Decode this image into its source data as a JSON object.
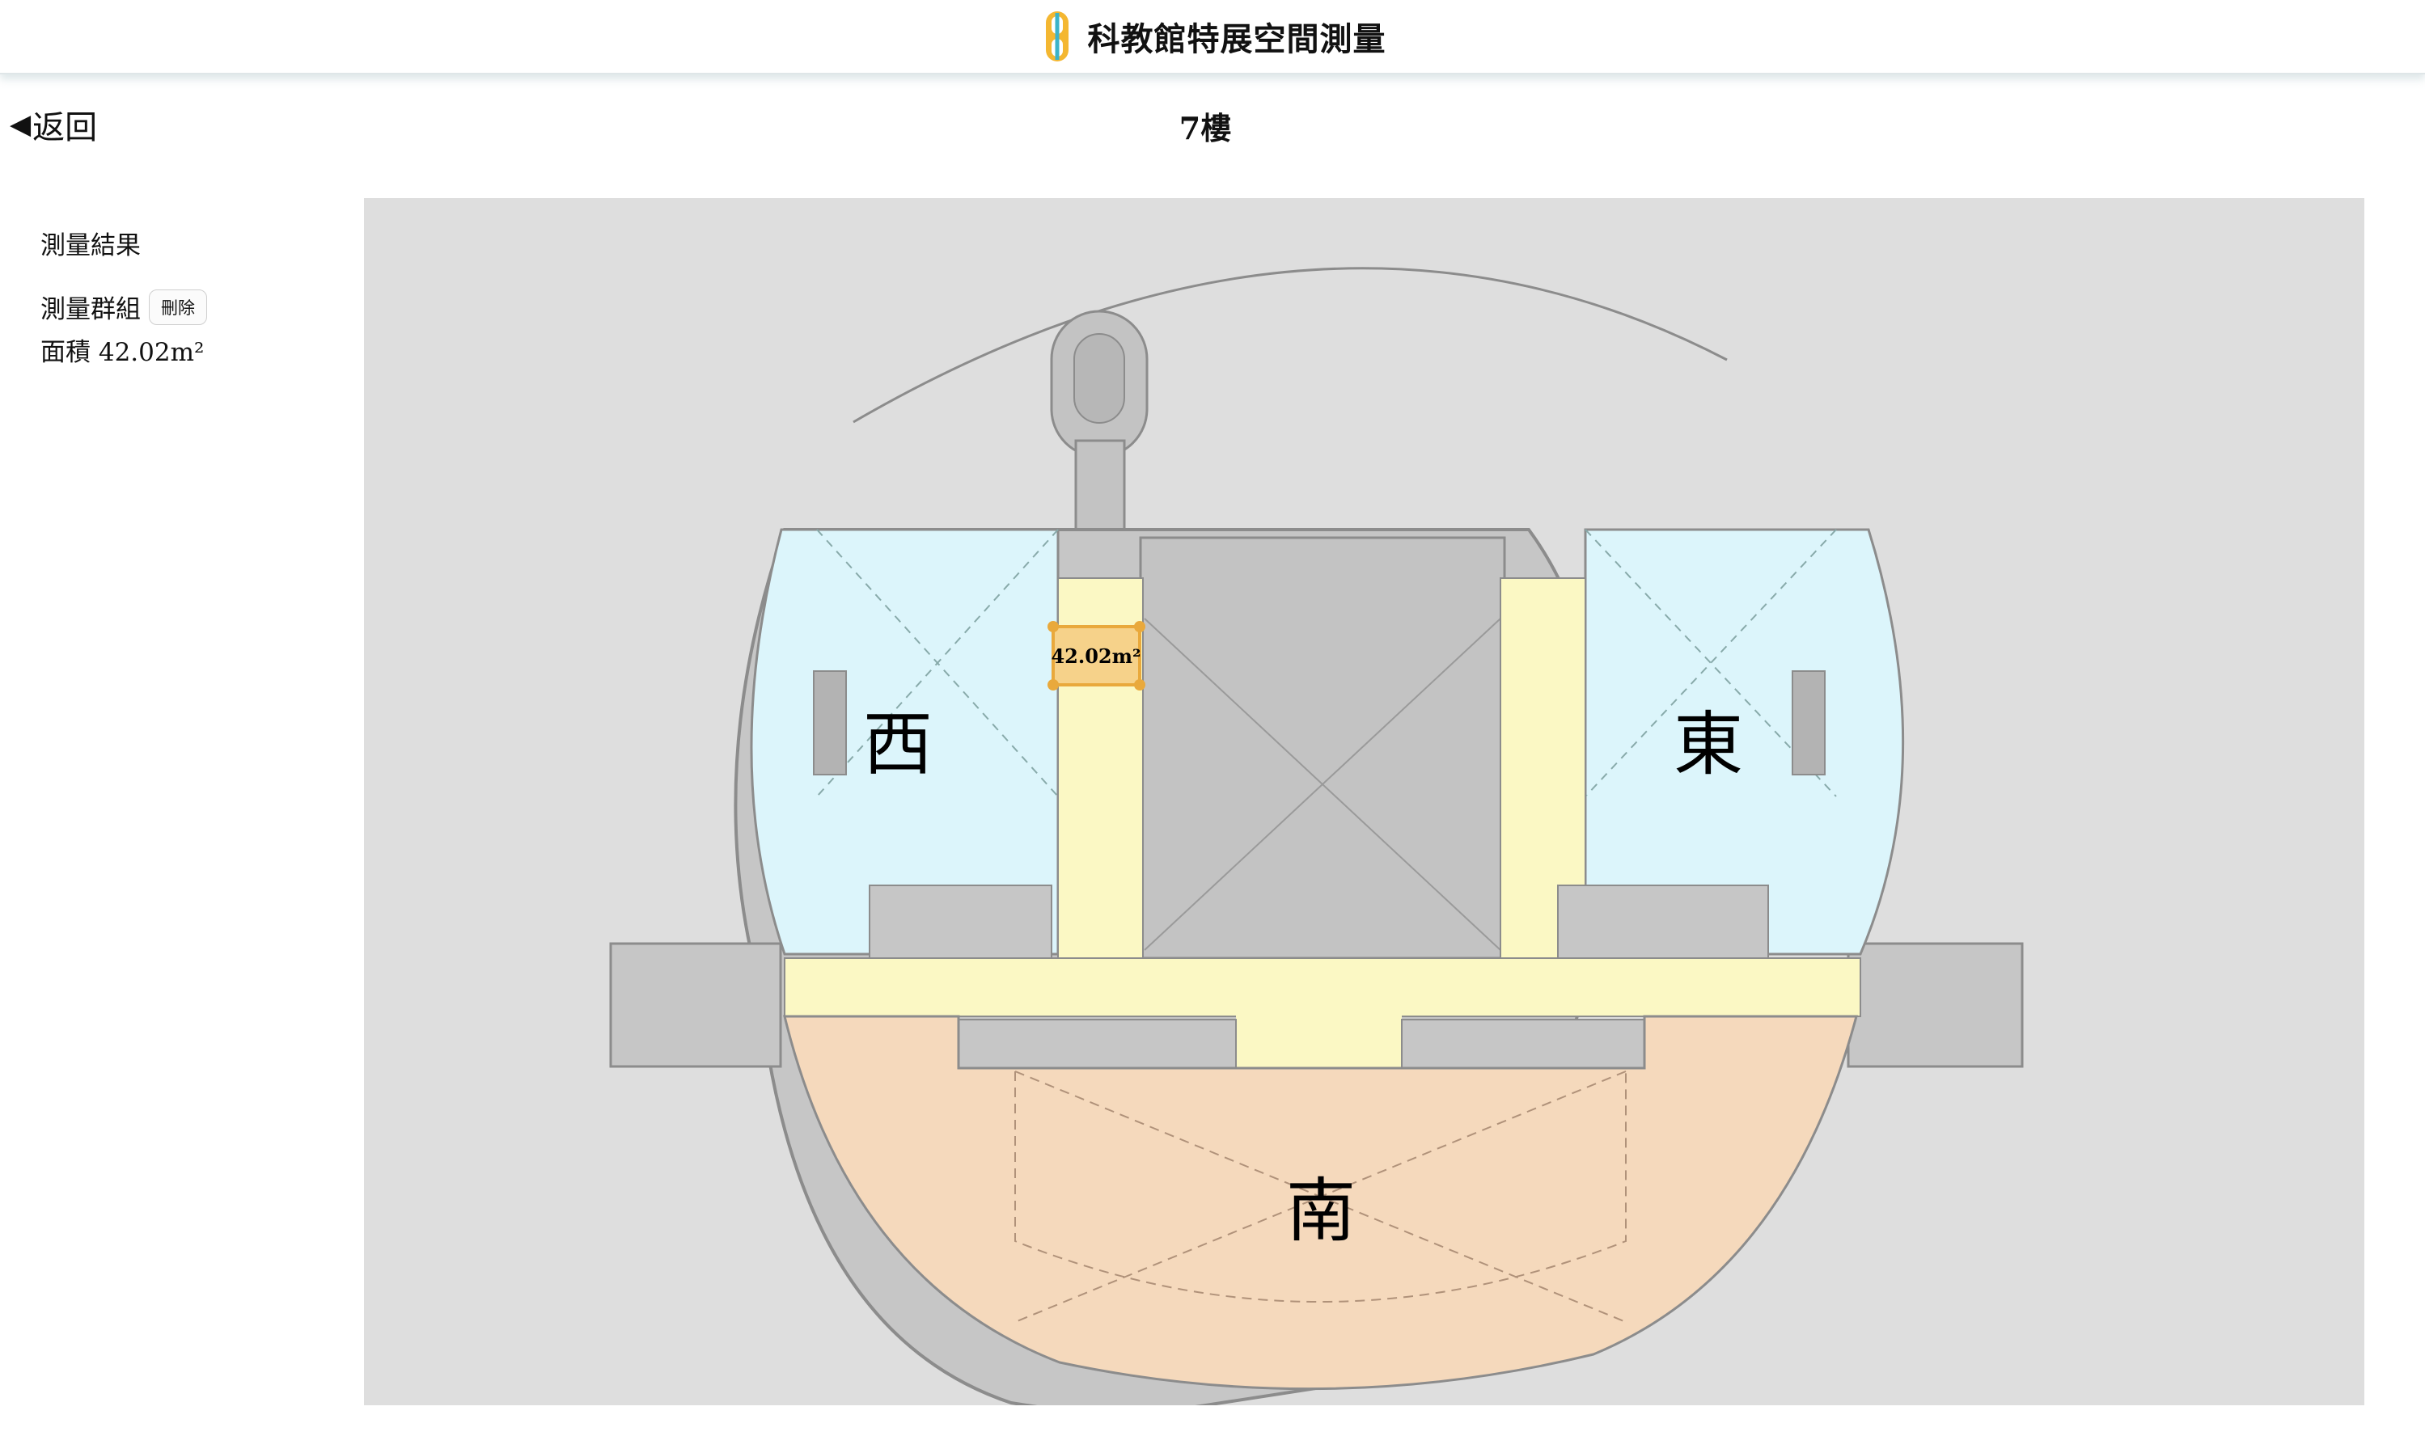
{
  "header": {
    "logo_icon": "museum-logo-icon",
    "title": "科教館特展空間測量"
  },
  "nav": {
    "back_label": "返回",
    "back_icon": "triangle-left-icon"
  },
  "floor": {
    "title": "7樓"
  },
  "results": {
    "heading": "測量結果",
    "group_label": "測量群組",
    "delete_label": "刪除",
    "area_text": "面積 42.02m²"
  },
  "map": {
    "zones": {
      "west": "西",
      "east": "東",
      "south": "南"
    },
    "measurement_label": "42.02m²",
    "colors": {
      "background": "#dedede",
      "building": "#c6c6c6",
      "west_east_zone": "#dcf5fb",
      "corridor": "#fbf8c4",
      "south_zone": "#f5d9bc",
      "measurement_fill": "#f6d28a",
      "measurement_handle": "#e9a93c"
    }
  }
}
